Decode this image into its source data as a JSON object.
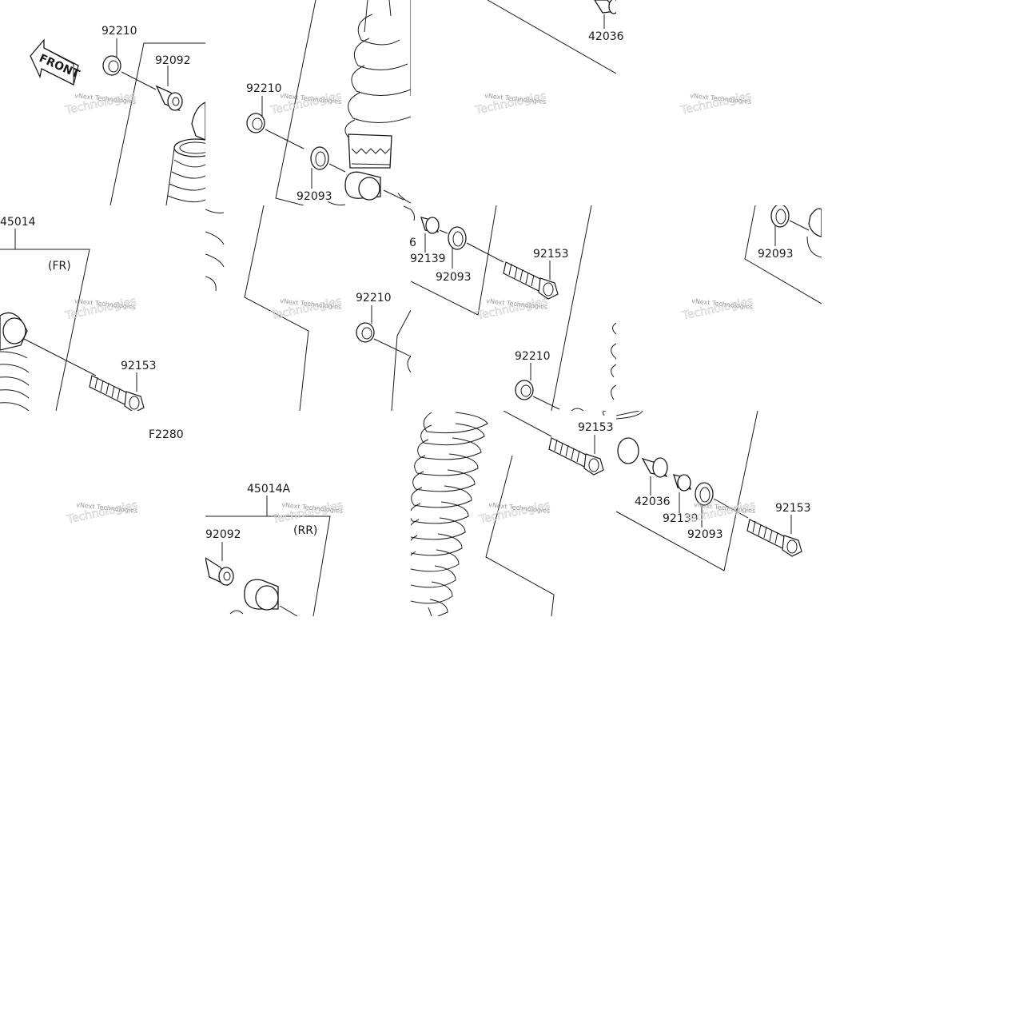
{
  "front_arrow": {
    "label": "FRONT"
  },
  "figure_code": "F2280",
  "watermark": {
    "line1": "vNext Technologies",
    "line2": "Technologies"
  },
  "labels": [
    {
      "id": "lbl-a1",
      "text": "92210"
    },
    {
      "id": "lbl-a2",
      "text": "92092"
    },
    {
      "id": "lbl-b1",
      "text": "92210"
    },
    {
      "id": "lbl-b2",
      "text": "92093"
    },
    {
      "id": "lbl-c1",
      "text": "42036"
    },
    {
      "id": "lbl-d1",
      "text": "45014"
    },
    {
      "id": "lbl-d2",
      "text": "(FR)"
    },
    {
      "id": "lbl-d3",
      "text": "92153"
    },
    {
      "id": "lbl-e1",
      "text": "92210"
    },
    {
      "id": "lbl-f1",
      "text": "6"
    },
    {
      "id": "lbl-f2",
      "text": "92139"
    },
    {
      "id": "lbl-f3",
      "text": "92093"
    },
    {
      "id": "lbl-f4",
      "text": "92153"
    },
    {
      "id": "lbl-f5",
      "text": "92210"
    },
    {
      "id": "lbl-g1",
      "text": "92093"
    },
    {
      "id": "lbl-h1",
      "text": "45014A"
    },
    {
      "id": "lbl-h2",
      "text": "(RR)"
    },
    {
      "id": "lbl-h3",
      "text": "92092"
    },
    {
      "id": "lbl-i1",
      "text": "92153"
    },
    {
      "id": "lbl-j1",
      "text": "42036"
    },
    {
      "id": "lbl-j2",
      "text": "92139"
    },
    {
      "id": "lbl-j3",
      "text": "92093"
    },
    {
      "id": "lbl-j4",
      "text": "92153"
    }
  ]
}
